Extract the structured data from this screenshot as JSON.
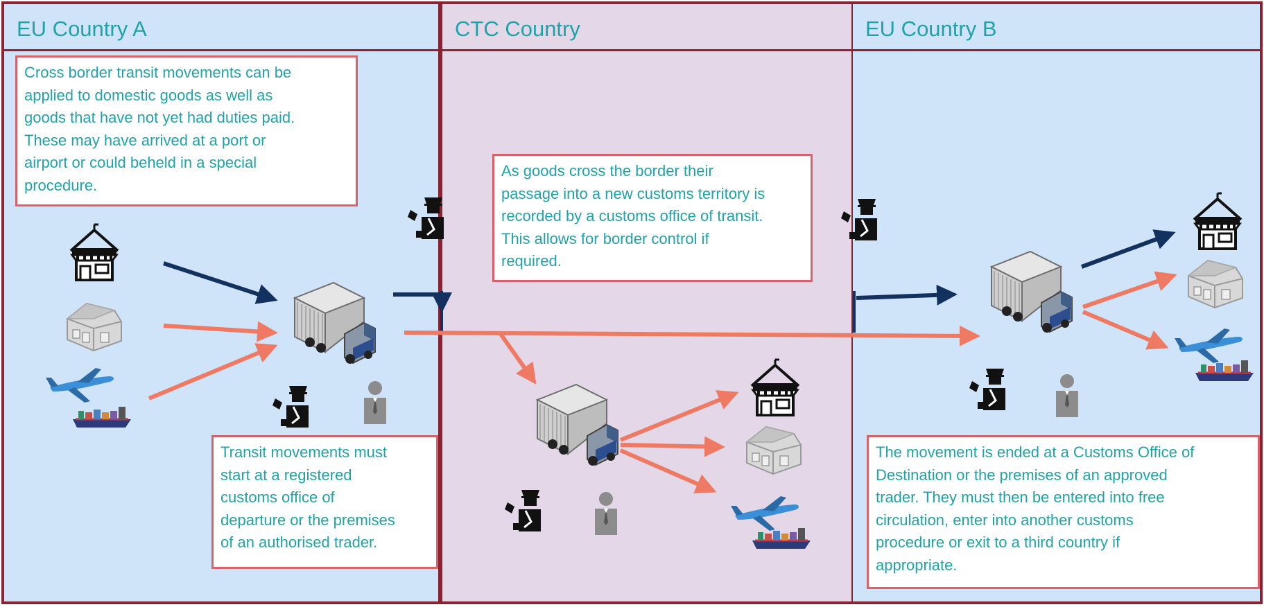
{
  "regions": {
    "a": {
      "title": "EU Country  A"
    },
    "ctc": {
      "title": "CTC Country"
    },
    "b": {
      "title": "EU Country  B"
    }
  },
  "notes": {
    "a_top": "Cross border transit movements can be\napplied to domestic goods as well as\ngoods that have not yet had duties paid.\nThese may have arrived at a port or\nairport or could beheld in a special\nprocedure.",
    "ctc": "As goods cross the border their\npassage into a new customs territory is\nrecorded by a customs office of transit.\nThis allows for border control if\nrequired.",
    "a_bottom": "Transit movements must\nstart at a registered\ncustoms office of\ndeparture or the premises\nof an authorised trader.",
    "b": "The movement is ended at a Customs Office of\nDestination or the premises of an approved\ntrader. They must then be entered into free\ncirculation, enter into another customs\nprocedure or exit to a third country if\nappropriate."
  },
  "colors": {
    "border": "#8b2232",
    "eu_fill": "#cfe4f8",
    "ctc_fill": "#e4d7e8",
    "title_text": "#1fa3a8",
    "note_border": "#d8616a",
    "arrow_navy": "#13315f",
    "arrow_coral": "#ef7a64"
  },
  "icons": [
    "shop-icon",
    "warehouse-icon",
    "airplane-icon",
    "cargo-ship-icon",
    "truck-icon",
    "customs-officer-icon",
    "trader-icon"
  ]
}
